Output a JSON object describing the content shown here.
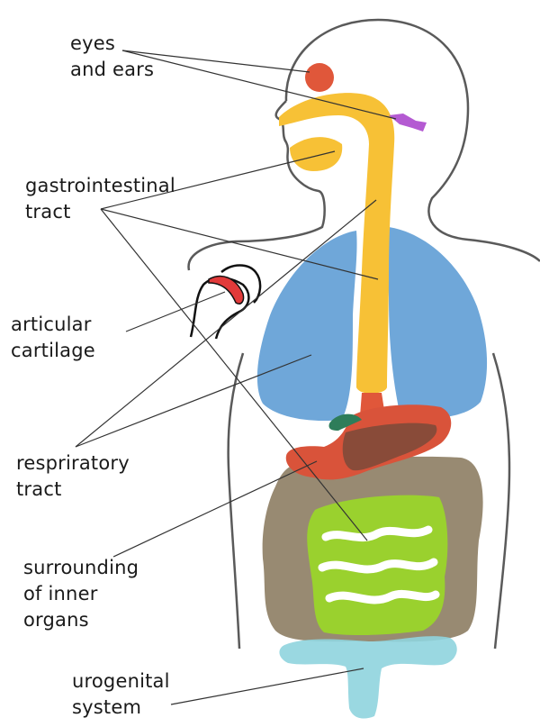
{
  "labels": {
    "eyes_ears": [
      "eyes",
      "and ears"
    ],
    "gastrointestinal": [
      "gastrointestinal",
      "tract"
    ],
    "articular": [
      "articular",
      "cartilage"
    ],
    "respiratory": [
      "respriratory",
      "tract"
    ],
    "surrounding": [
      "surrounding",
      "of inner",
      "organs"
    ],
    "urogenital": [
      "urogenital",
      "system"
    ]
  },
  "colors": {
    "outline": "#5a5a5a",
    "head_organ": "#e0573a",
    "ear_organ": "#b45ad2",
    "gi_tract": "#f7c136",
    "lungs": "#6fa7d9",
    "stomach": "#d9533a",
    "stomach_inner": "#7a4a3a",
    "gallbladder": "#2e7d5a",
    "peritoneum": "#8a7a5e",
    "intestine": "#9ad12e",
    "urogenital": "#8fd4de",
    "cartilage": "#e23a3a",
    "pointer": "#333333"
  }
}
